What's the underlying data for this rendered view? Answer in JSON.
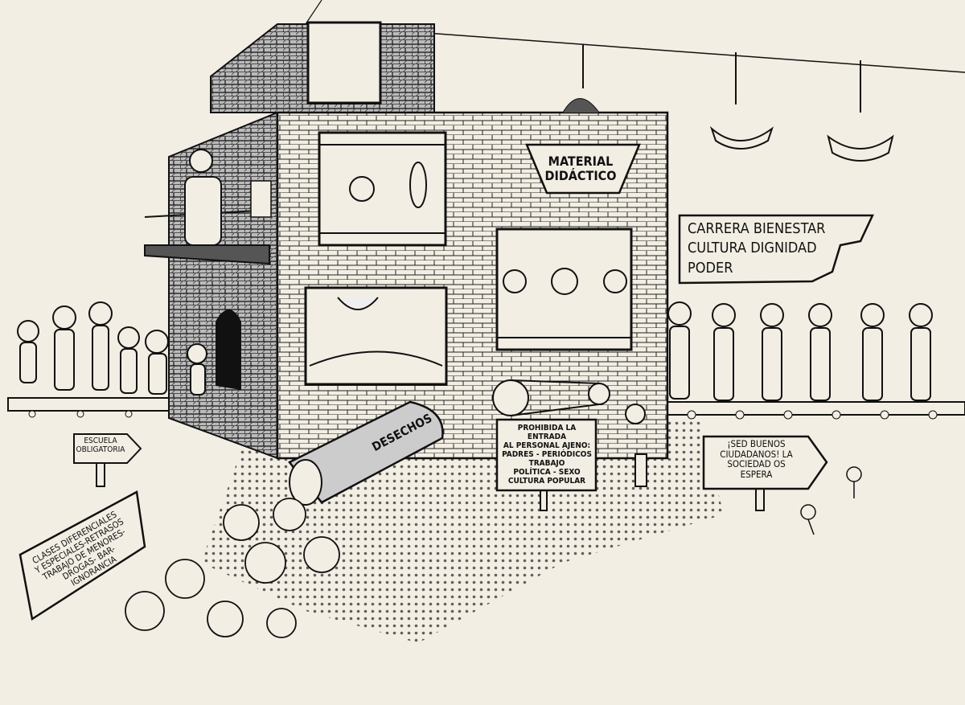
{
  "colors": {
    "paper": "#f2eee3",
    "ink": "#111111"
  },
  "signs": {
    "material": [
      "MATERIAL",
      "DIDÁCTICO"
    ],
    "rewards": [
      "CARRERA BIENESTAR",
      "CULTURA DIGNIDAD",
      "PODER"
    ],
    "escuela": [
      "ESCUELA",
      "OBLIGATORIA"
    ],
    "desechos": "DESECHOS",
    "prohibida": {
      "title": "PROHIBIDA LA ENTRADA",
      "lines": [
        "AL PERSONAL AJENO:",
        "PADRES - PERIÓDICOS",
        "TRABAJO",
        "POLÍTICA - SEXO",
        "CULTURA POPULAR"
      ]
    },
    "ciudadanos": [
      "¡SED BUENOS",
      "CIUDADANOS! LA",
      "SOCIEDAD OS",
      "ESPERA"
    ],
    "clases": [
      "CLASES DIFERENCIALES",
      "Y ESPECIALES-RETRASOS",
      "TRABAJO DE MENORES-",
      "DROGAS- BAR-",
      "IGNORANCIA"
    ]
  }
}
